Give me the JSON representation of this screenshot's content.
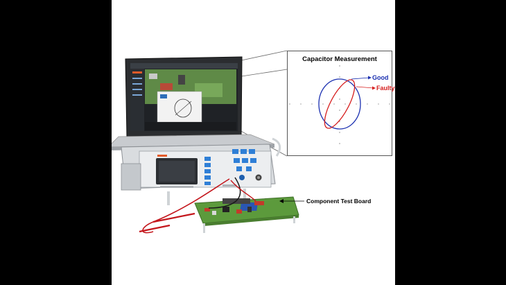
{
  "callout": {
    "title": "Capacitor Measurement",
    "good_label": "Good",
    "faulty_label": "Faulty",
    "good_color": "#1a2fb0",
    "faulty_color": "#d61f1f"
  },
  "board_label": "Component Test Board",
  "colors": {
    "background": "#000000",
    "canvas": "#ffffff",
    "instrument_body": "#e6e8ea",
    "button_blue": "#2f7fd6",
    "pcb_green": "#5c9a3c"
  },
  "icons": [
    "laptop-icon",
    "test-instrument-icon",
    "test-board-icon",
    "probe-icon"
  ]
}
